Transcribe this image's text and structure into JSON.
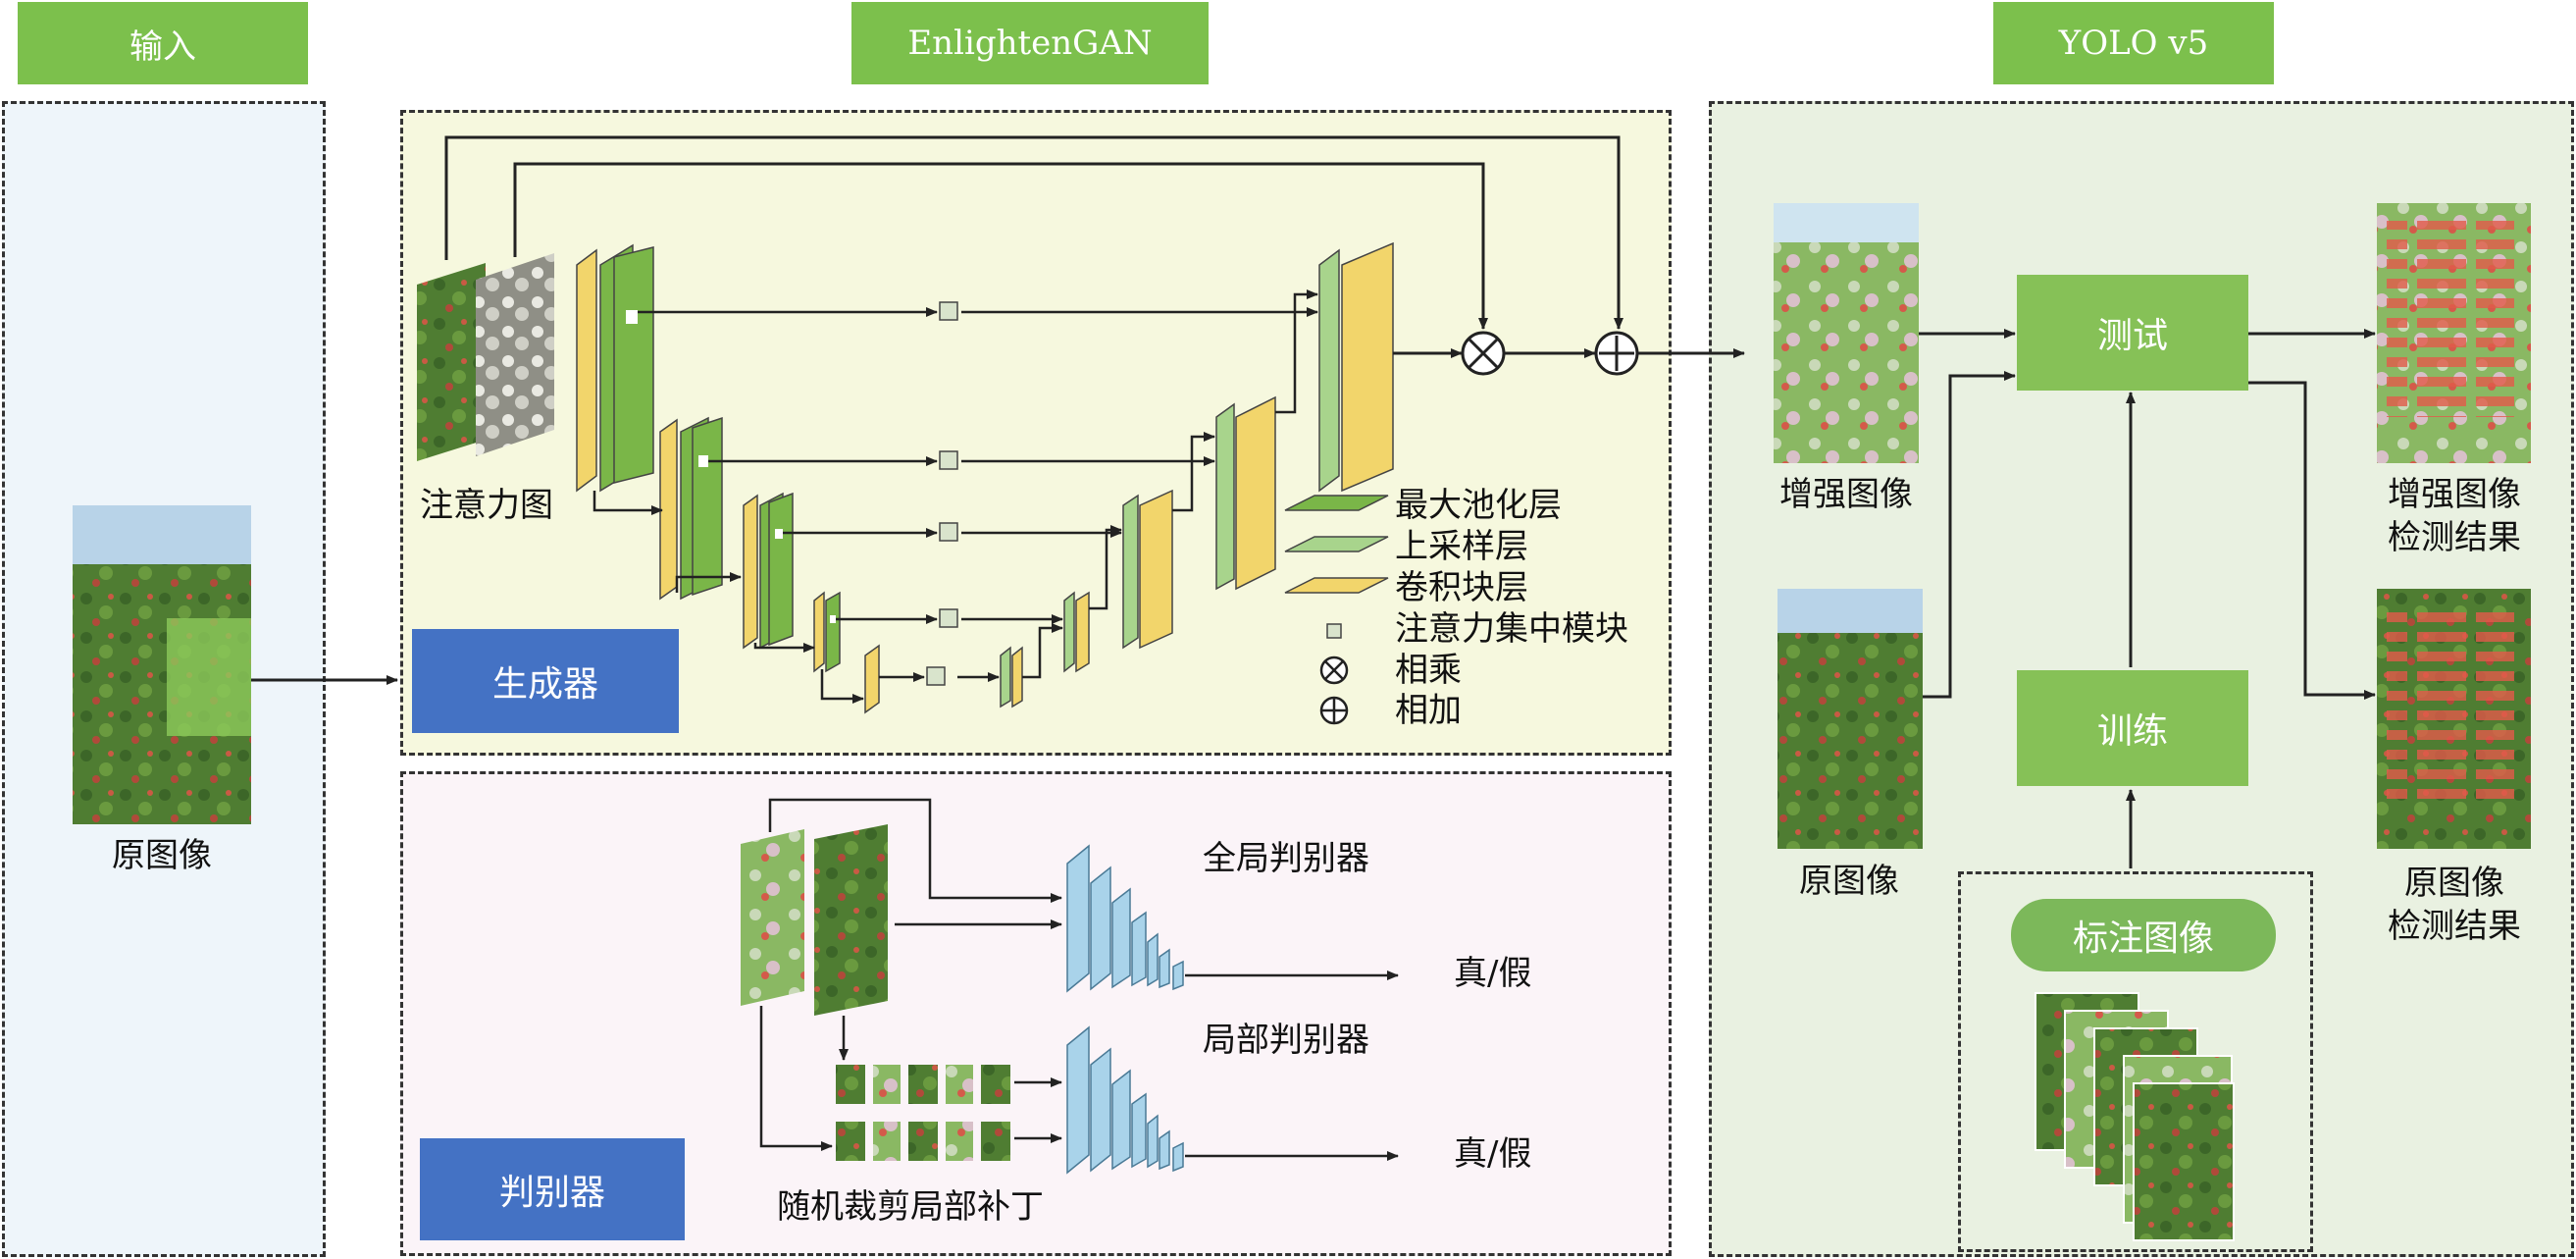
{
  "sections": {
    "input": "输入",
    "enlighten": "EnlightenGAN",
    "yolo": "YOLO v5"
  },
  "input_panel": {
    "image_label": "原图像"
  },
  "generator": {
    "attention_label": "注意力图",
    "box_label": "生成器",
    "legend": {
      "maxpool": "最大池化层",
      "upsample": "上采样层",
      "conv": "卷积块层",
      "attention_module": "注意力集中模块",
      "multiply": "相乘",
      "add": "相加"
    }
  },
  "discriminator": {
    "box_label": "判别器",
    "global_label": "全局判别器",
    "local_label": "局部判别器",
    "output_global": "真/假",
    "output_local": "真/假",
    "patches_label": "随机裁剪局部补丁"
  },
  "yolo_panel": {
    "enhanced_label": "增强图像",
    "original_label": "原图像",
    "test_label": "测试",
    "train_label": "训练",
    "annotated_label": "标注图像",
    "enhanced_result": [
      "增强图像",
      "检测结果"
    ],
    "original_result": [
      "原图像",
      "检测结果"
    ]
  },
  "colors": {
    "tag_green": "#7cc04c",
    "box_blue": "#4472c4",
    "box_green": "#86c157",
    "conv_yellow": "#f2d56b",
    "pool_green": "#7ab648",
    "upsample_green": "#a8d48c",
    "disc_blue": "#a9d3ea",
    "input_bg": "#eef5fa",
    "generator_bg": "#f6f8de",
    "discriminator_bg": "#fbf4f8",
    "yolo_bg": "#e9f1e1"
  }
}
